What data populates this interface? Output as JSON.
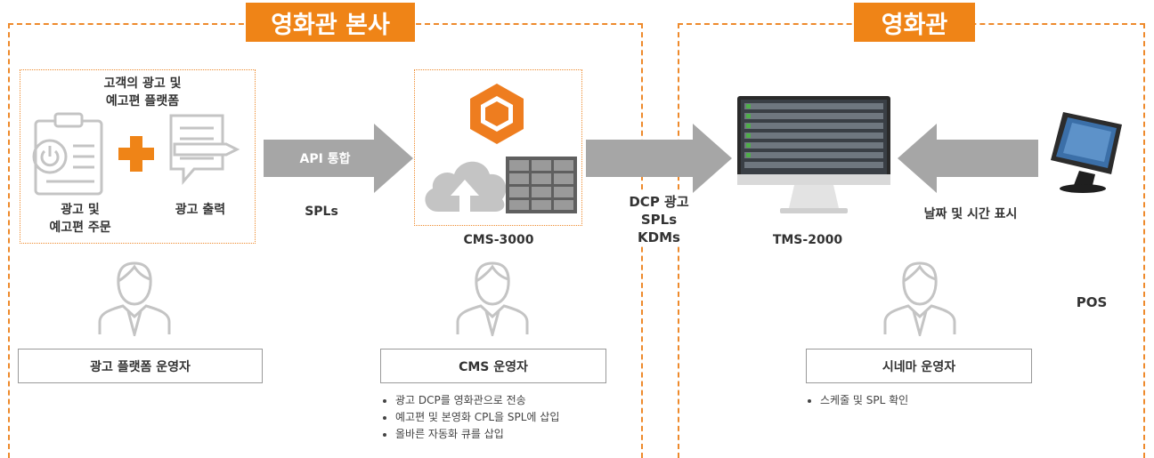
{
  "regions": {
    "hq_title": "영화관 본사",
    "cinema_title": "영화관"
  },
  "platform": {
    "title": "고객의 광고 및\n예고편 플랫폼",
    "order_label": "광고 및\n예고편 주문",
    "output_label": "광고 출력"
  },
  "arrows": {
    "api_label": "API 통합",
    "spls_label": "SPLs",
    "delivery_label": "DCP 광고\nSPLs\nKDMs",
    "pos_label": "날짜 및 시간 표시"
  },
  "devices": {
    "cms_label": "CMS-3000",
    "tms_label": "TMS-2000",
    "pos_label": "POS"
  },
  "roles": {
    "ad_operator": "광고 플랫폼 운영자",
    "cms_operator": "CMS 운영자",
    "cinema_operator": "시네마 운영자"
  },
  "cms_tasks": [
    "광고 DCP를 영화관으로 전송",
    "예고편 및 본영화 CPL을 SPL에 삽입",
    "올바른 자동화 큐를 삽입"
  ],
  "cinema_tasks": [
    "스케줄 및 SPL 확인"
  ],
  "colors": {
    "accent": "#ef8417",
    "arrow": "#a6a6a6",
    "icon": "#c4c4c4"
  }
}
